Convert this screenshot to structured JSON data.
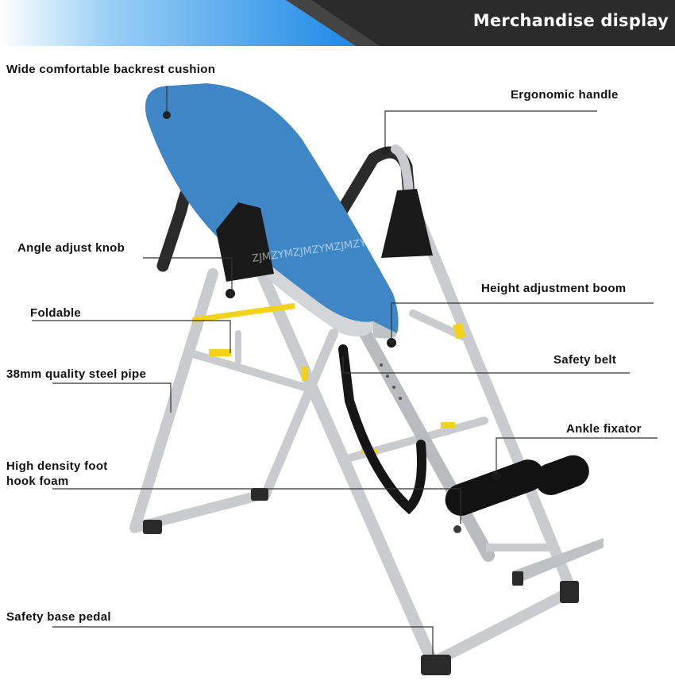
{
  "header": {
    "title": "Merchandise display",
    "colors": {
      "accent_blue": "#1e88e5",
      "dark": "#2b2b2b"
    }
  },
  "watermark": "ZJMZYMZJMZYMZJMZYM",
  "labels": {
    "backrest": "Wide comfortable backrest cushion",
    "handle": "Ergonomic handle",
    "angle_knob": "Angle adjust knob",
    "height_boom": "Height adjustment boom",
    "foldable": "Foldable",
    "steel_pipe": "38mm quality steel pipe",
    "safety_belt": "Safety belt",
    "ankle": "Ankle fixator",
    "foam": "High density foot hook foam",
    "pedal": "Safety base pedal"
  },
  "colors": {
    "cushion_blue": "#3f86c6",
    "frame_silver": "#c9cbce",
    "yellow_band": "#f2d21a",
    "black_parts": "#1a1a1a"
  }
}
